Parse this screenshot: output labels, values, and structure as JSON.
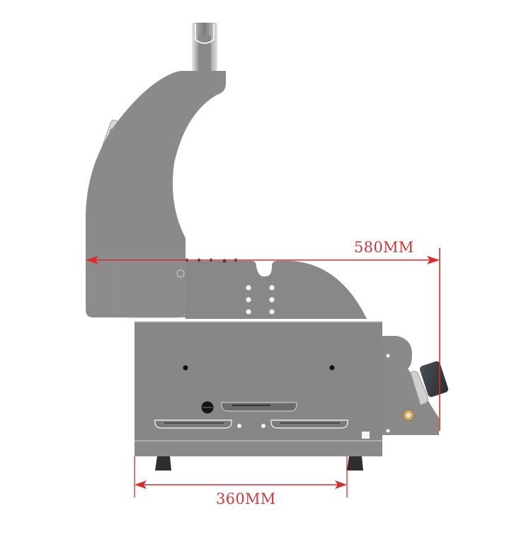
{
  "diagram": {
    "subject": "Grill side view",
    "colors": {
      "body": "#888888",
      "body_light": "#8e8e8e",
      "edge": "#b9b9b9",
      "dimension_line": "#e0282e",
      "dimension_text": "#d9363a",
      "feet": "#2e2e2e",
      "knob": "#3a3d42",
      "background": "#ffffff"
    },
    "dimensions": {
      "overall_depth": {
        "label": "580MM",
        "value_mm": 580,
        "orientation": "horizontal"
      },
      "foot_spacing": {
        "label": "360MM",
        "value_mm": 360,
        "orientation": "horizontal"
      }
    },
    "parts": [
      "lid-handle",
      "lid",
      "lid-hinge-tab",
      "firebox",
      "control-panel",
      "control-knob",
      "igniter-button",
      "grease-tray-slots",
      "base-rail",
      "feet"
    ]
  }
}
